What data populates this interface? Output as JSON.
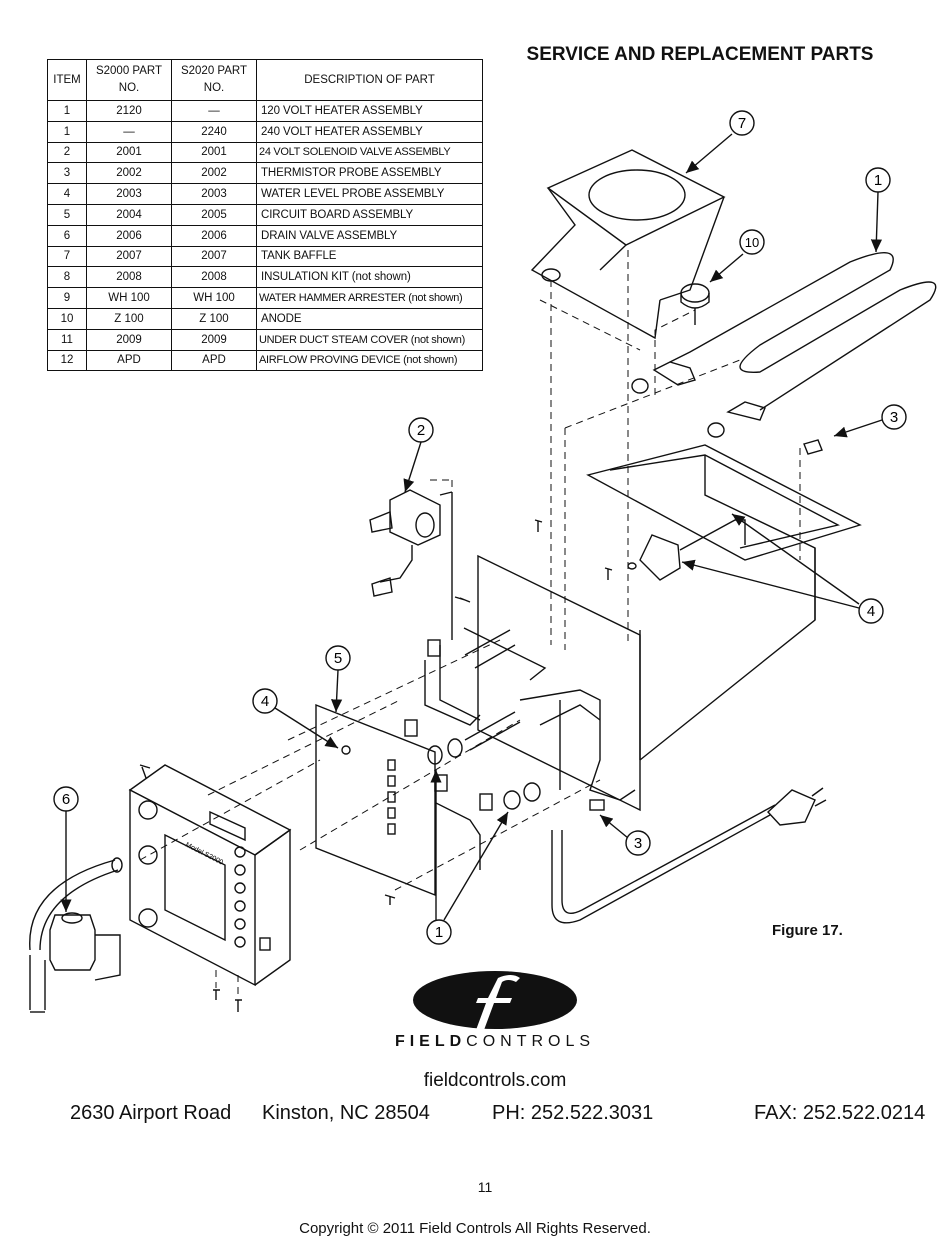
{
  "title": "SERVICE AND REPLACEMENT PARTS",
  "table": {
    "headers": {
      "item": "ITEM",
      "s2000": "S2000 PART NO.",
      "s2020": "S2020 PART NO.",
      "description": "DESCRIPTION OF PART"
    },
    "rows": [
      {
        "item": "1",
        "s2000": "2120",
        "s2020": "—",
        "description": "120 VOLT HEATER ASSEMBLY"
      },
      {
        "item": "1",
        "s2000": "—",
        "s2020": "2240",
        "description": "240 VOLT HEATER ASSEMBLY"
      },
      {
        "item": "2",
        "s2000": "2001",
        "s2020": "2001",
        "description": "24 VOLT SOLENOID VALVE ASSEMBLY"
      },
      {
        "item": "3",
        "s2000": "2002",
        "s2020": "2002",
        "description": "THERMISTOR PROBE ASSEMBLY"
      },
      {
        "item": "4",
        "s2000": "2003",
        "s2020": "2003",
        "description": "WATER LEVEL PROBE ASSEMBLY"
      },
      {
        "item": "5",
        "s2000": "2004",
        "s2020": "2005",
        "description": "CIRCUIT BOARD ASSEMBLY"
      },
      {
        "item": "6",
        "s2000": "2006",
        "s2020": "2006",
        "description": "DRAIN VALVE ASSEMBLY"
      },
      {
        "item": "7",
        "s2000": "2007",
        "s2020": "2007",
        "description": "TANK BAFFLE"
      },
      {
        "item": "8",
        "s2000": "2008",
        "s2020": "2008",
        "description": "INSULATION KIT (not shown)"
      },
      {
        "item": "9",
        "s2000": "WH 100",
        "s2020": "WH 100",
        "description": "WATER HAMMER ARRESTER (not shown)"
      },
      {
        "item": "10",
        "s2000": "Z 100",
        "s2020": "Z 100",
        "description": "ANODE"
      },
      {
        "item": "11",
        "s2000": "2009",
        "s2020": "2009",
        "description": "UNDER DUCT STEAM COVER (not shown)"
      },
      {
        "item": "12",
        "s2000": "APD",
        "s2020": "APD",
        "description": "AIRFLOW PROVING DEVICE (not shown)"
      }
    ]
  },
  "callouts": {
    "c7": "7",
    "c1a": "1",
    "c10": "10",
    "c3a": "3",
    "c2": "2",
    "c4a": "4",
    "c5": "5",
    "c4b": "4",
    "c6": "6",
    "c3b": "3",
    "c1b": "1"
  },
  "unit_panel": {
    "model": "Model S2000"
  },
  "figure_caption": "Figure 17.",
  "brand": {
    "bold": "FIELD",
    "regular": "CONTROLS"
  },
  "website": "fieldcontrols.com",
  "address": {
    "street": "2630 Airport Road",
    "city": "Kinston, NC 28504",
    "phone": "PH: 252.522.3031",
    "fax": "FAX: 252.522.0214"
  },
  "page_number": "11",
  "copyright": "Copyright © 2011  Field Controls   All Rights Reserved."
}
